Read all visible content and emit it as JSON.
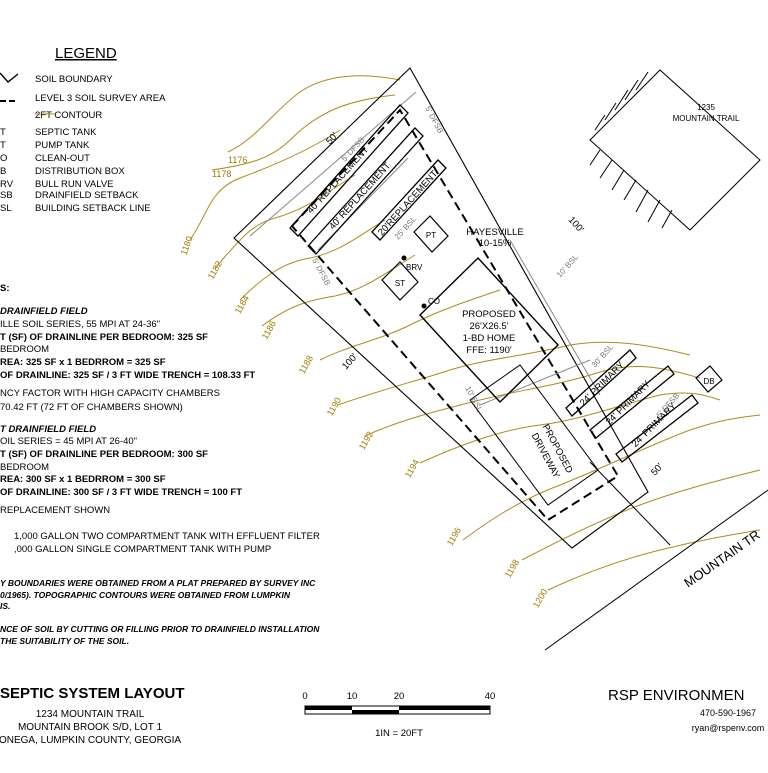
{
  "legend": {
    "title": "LEGEND",
    "items": [
      {
        "symbol": "",
        "label": "SOIL BOUNDARY"
      },
      {
        "symbol": "",
        "label": "LEVEL 3 SOIL SURVEY  AREA"
      },
      {
        "symbol": "",
        "label": "2FT CONTOUR"
      },
      {
        "symbol": "T",
        "label": "SEPTIC TANK"
      },
      {
        "symbol": "T",
        "label": "PUMP TANK"
      },
      {
        "symbol": "O",
        "label": "CLEAN-OUT"
      },
      {
        "symbol": "B",
        "label": "DISTRIBUTION BOX"
      },
      {
        "symbol": "RV",
        "label": "BULL RUN VALVE"
      },
      {
        "symbol": "SB",
        "label": "DRAINFIELD SETBACK"
      },
      {
        "symbol": "SL",
        "label": "BUILDING SETBACK LINE"
      }
    ]
  },
  "notes": {
    "heading_fragment": "S:",
    "primary_header": "DRAINFIELD FIELD",
    "primary_lines": [
      {
        "text": "ILLE SOIL SERIES, 55 MPI AT 24-36\"",
        "style": "normal"
      },
      {
        "text": "T (SF) OF DRAINLINE PER BEDROOM: 325 SF",
        "style": "bold"
      },
      {
        "text": "BEDROOM",
        "style": "normal"
      },
      {
        "text": "REA: 325 SF x 1 BEDRROM = 325 SF",
        "style": "bold"
      },
      {
        "text": "OF DRAINLINE: 325 SF / 3 FT WIDE TRENCH = 108.33 FT",
        "style": "bold"
      },
      {
        "text": "",
        "style": "normal"
      },
      {
        "text": "NCY FACTOR WITH HIGH CAPACITY CHAMBERS",
        "style": "normal"
      },
      {
        "text": "70.42 FT (72 FT OF CHAMBERS SHOWN)",
        "style": "normal"
      }
    ],
    "replacement_header": "T DRAINFIELD FIELD",
    "replacement_lines": [
      {
        "text": "OIL SERIES = 45 MPI AT 26-40\"",
        "style": "normal"
      },
      {
        "text": "T (SF) OF DRAINLINE PER BEDROOM: 300 SF",
        "style": "bold"
      },
      {
        "text": "BEDROOM",
        "style": "normal"
      },
      {
        "text": "REA: 300 SF x 1 BEDRROM = 300 SF",
        "style": "bold"
      },
      {
        "text": "OF DRAINLINE: 300 SF / 3 FT WIDE TRENCH = 100 FT",
        "style": "bold"
      },
      {
        "text": "",
        "style": "normal"
      },
      {
        "text": "REPLACEMENT SHOWN",
        "style": "normal"
      }
    ],
    "tank_lines": [
      "1,000 GALLON TWO COMPARTMENT TANK WITH EFFLUENT FILTER",
      ",000 GALLON SINGLE COMPARTMENT TANK WITH PUMP"
    ],
    "survey_lines": [
      "Y BOUNDARIES WERE OBTAINED FROM A PLAT PREPARED BY SURVEY INC",
      "0/1965). TOPOGRAPHIC CONTOURS WERE OBTAINED FROM LUMPKIN",
      "IS."
    ],
    "soil_lines": [
      "NCE OF SOIL BY CUTTING OR FILLING PRIOR TO DRAINFIELD INSTALLATION",
      " THE SUITABILITY OF THE SOIL."
    ]
  },
  "title_block": {
    "title": "SEPTIC SYSTEM LAYOUT",
    "address": "1234 MOUNTAIN TRAIL",
    "subdivision": "MOUNTAIN BROOK S/D, LOT 1",
    "county": "ONEGA, LUMPKIN COUNTY, GEORGIA",
    "scale_ticks": [
      "0",
      "10",
      "20",
      "40"
    ],
    "scale_label": "1IN = 20FT",
    "company": "RSP ENVIRONMEN",
    "phone": "470-590-1967",
    "email": "ryan@rspenv.com"
  },
  "plan": {
    "soil_label": "HAYESVILLE",
    "soil_slope": "10-15%",
    "home_lines": [
      "PROPOSED",
      "26'X26.5'",
      "1-BD HOME",
      "FFE: 1190'"
    ],
    "driveway_lines": [
      "PROPOSED",
      "DRIVEWAY"
    ],
    "neighbor_lines": [
      "1235",
      "MOUNTAIN TRAIL"
    ],
    "road_label": "MOUNTAIN TR",
    "dims": {
      "top": "50'",
      "right": "100'",
      "left": "100'",
      "bottom": "50'"
    },
    "trenches": [
      "40' REPLACEMENT",
      "40' REPLACEMENT",
      "20'REPLACEMENT",
      "24' PRIMARY",
      "24' PRIMARY",
      "24' PRIMARY"
    ],
    "setbacks": [
      "5' DFSB",
      "5' DFSB",
      "5' DFSB",
      "5' DFSB",
      "25' BSL",
      "10' BSL",
      "30' BSL",
      "10' BSL"
    ],
    "components": {
      "septic_tank": "ST",
      "pump_tank": "PT",
      "bull_run": "BRV",
      "cleanout": "CO",
      "dbox": "DB"
    },
    "contours": [
      "1176",
      "1178",
      "1180",
      "1182",
      "1184",
      "1186",
      "1188",
      "1190",
      "1192",
      "1194",
      "1196",
      "1198",
      "1200"
    ]
  },
  "colors": {
    "contour": "#b08a1a",
    "line": "#000000",
    "setback": "#8a8a8a"
  }
}
